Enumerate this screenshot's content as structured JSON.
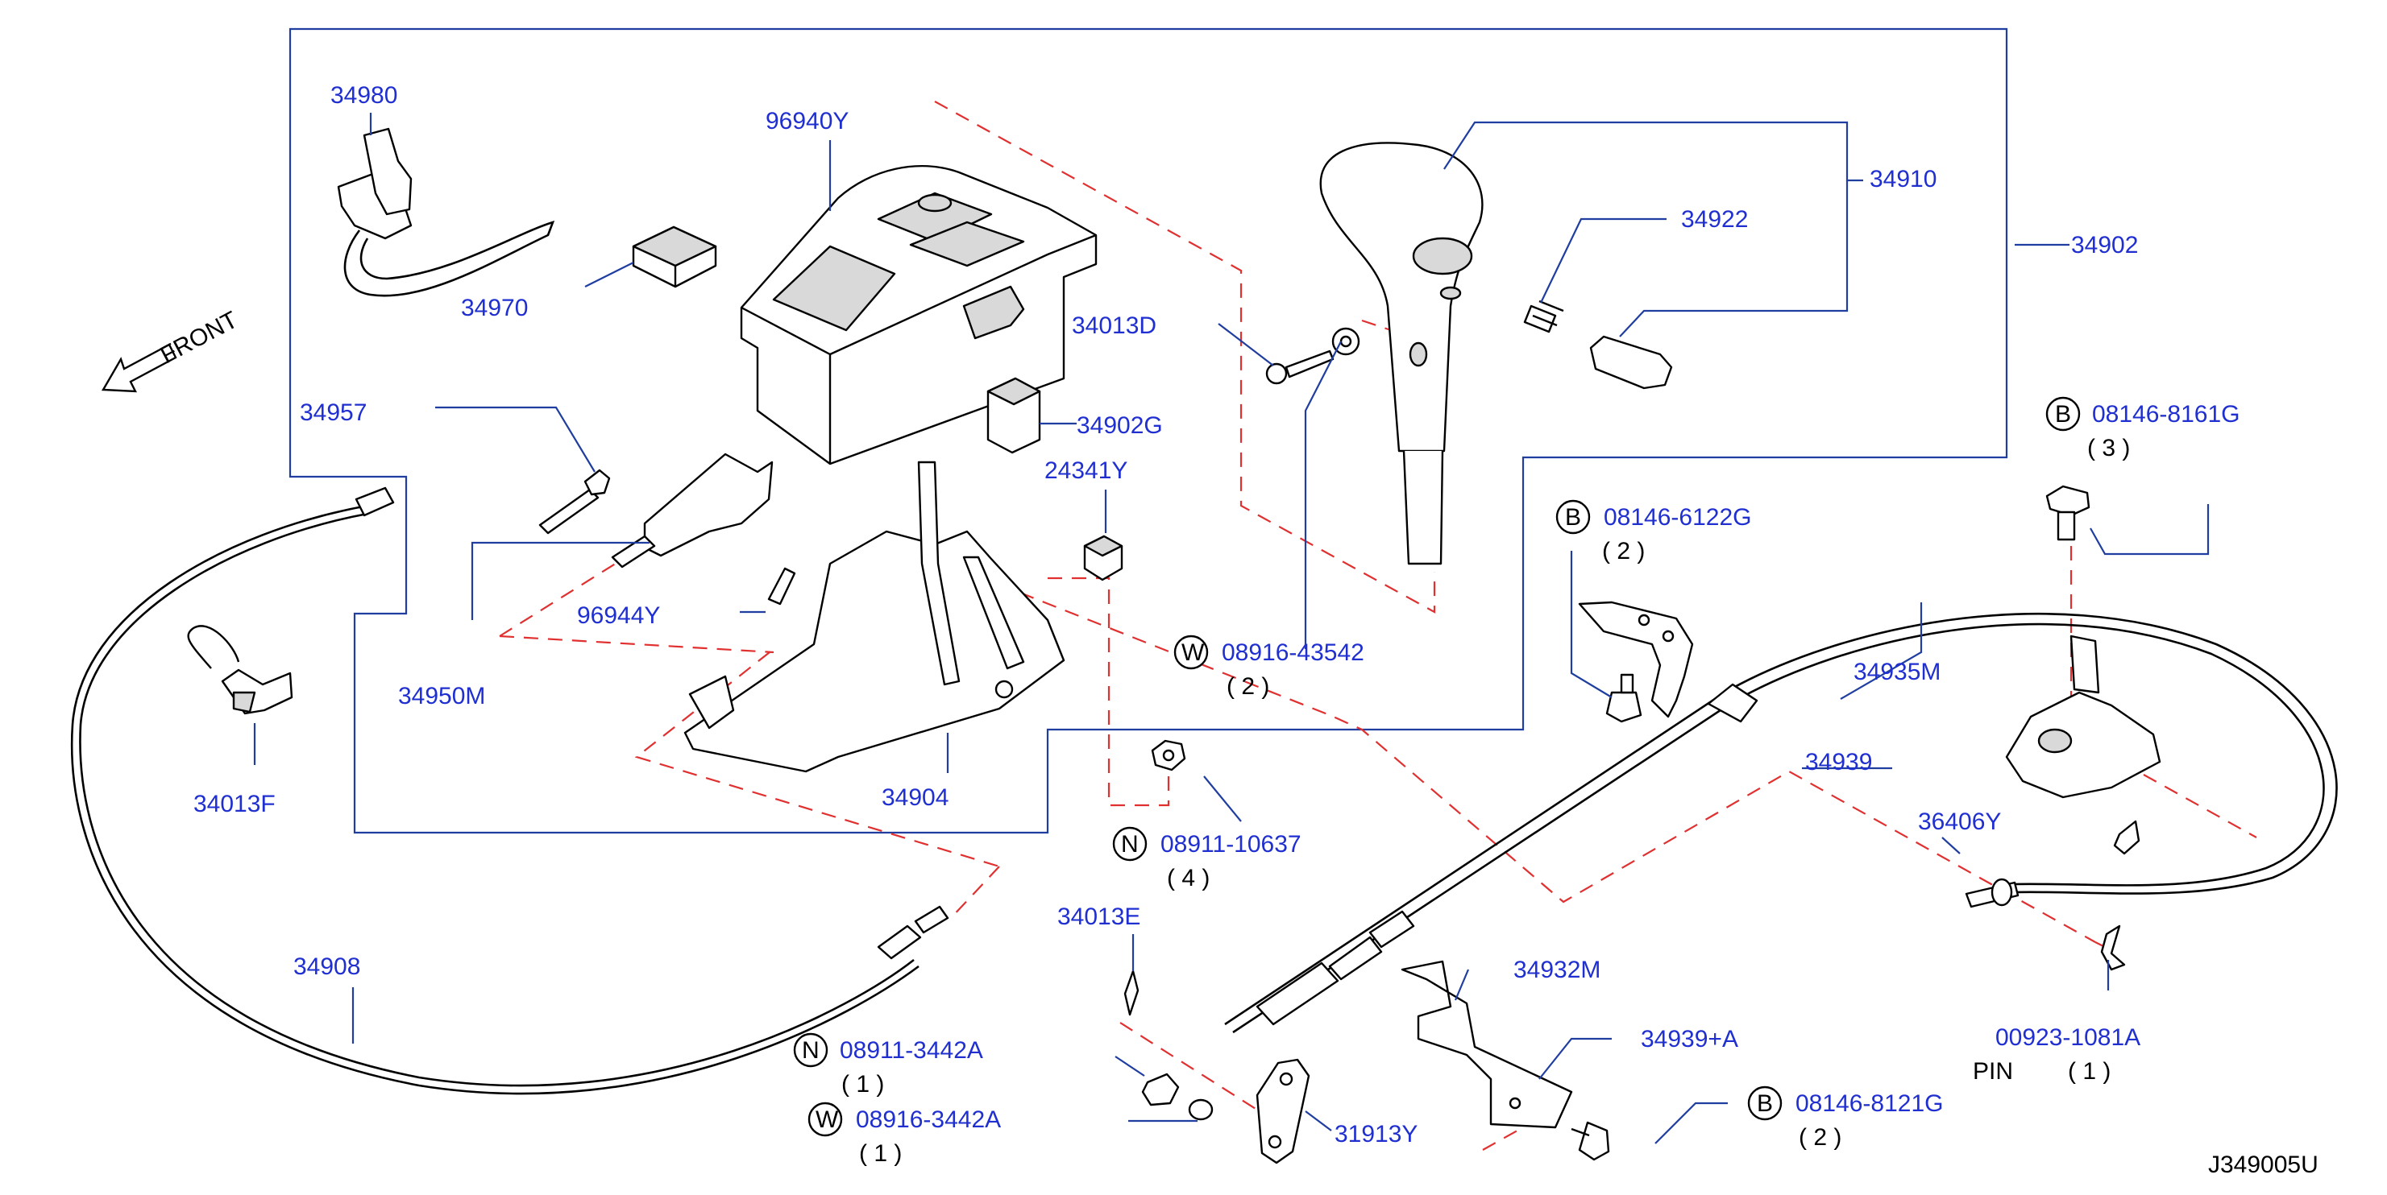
{
  "diagram": {
    "direction_label": "FRONT",
    "drawing_number": "J349005U",
    "parts": [
      {
        "id": "p34980",
        "number": "34980"
      },
      {
        "id": "p96940y",
        "number": "96940Y"
      },
      {
        "id": "p34970",
        "number": "34970"
      },
      {
        "id": "p34957",
        "number": "34957"
      },
      {
        "id": "p34950m",
        "number": "34950M"
      },
      {
        "id": "p96944y",
        "number": "96944Y"
      },
      {
        "id": "p34902g",
        "number": "34902G"
      },
      {
        "id": "p24341y",
        "number": "24341Y"
      },
      {
        "id": "p34904",
        "number": "34904"
      },
      {
        "id": "p34013d",
        "number": "34013D"
      },
      {
        "id": "p34910",
        "number": "34910"
      },
      {
        "id": "p34922",
        "number": "34922"
      },
      {
        "id": "p34902",
        "number": "34902"
      },
      {
        "id": "p34013f",
        "number": "34013F"
      },
      {
        "id": "p34908",
        "number": "34908"
      },
      {
        "id": "p34013e",
        "number": "34013E"
      },
      {
        "id": "p31913y",
        "number": "31913Y"
      },
      {
        "id": "p34932m",
        "number": "34932M"
      },
      {
        "id": "p34939a",
        "number": "34939+A"
      },
      {
        "id": "p34935m",
        "number": "34935M"
      },
      {
        "id": "p34939",
        "number": "34939"
      },
      {
        "id": "p36406y",
        "number": "36406Y"
      }
    ],
    "fasteners": [
      {
        "id": "w43542",
        "prefix": "W",
        "number": "08916-43542",
        "qty": "( 2 )"
      },
      {
        "id": "n10637",
        "prefix": "N",
        "number": "08911-10637",
        "qty": "( 4 )"
      },
      {
        "id": "b8161",
        "prefix": "B",
        "number": "08146-8161G",
        "qty": "( 3 )"
      },
      {
        "id": "b6122",
        "prefix": "B",
        "number": "08146-6122G",
        "qty": "( 2 )"
      },
      {
        "id": "n3442",
        "prefix": "N",
        "number": "08911-3442A",
        "qty": "( 1 )"
      },
      {
        "id": "w3442",
        "prefix": "W",
        "number": "08916-3442A",
        "qty": "( 1 )"
      },
      {
        "id": "b8121",
        "prefix": "B",
        "number": "08146-8121G",
        "qty": "( 2 )"
      }
    ],
    "pin": {
      "number": "00923-1081A",
      "label": "PIN",
      "qty": "( 1 )"
    }
  }
}
